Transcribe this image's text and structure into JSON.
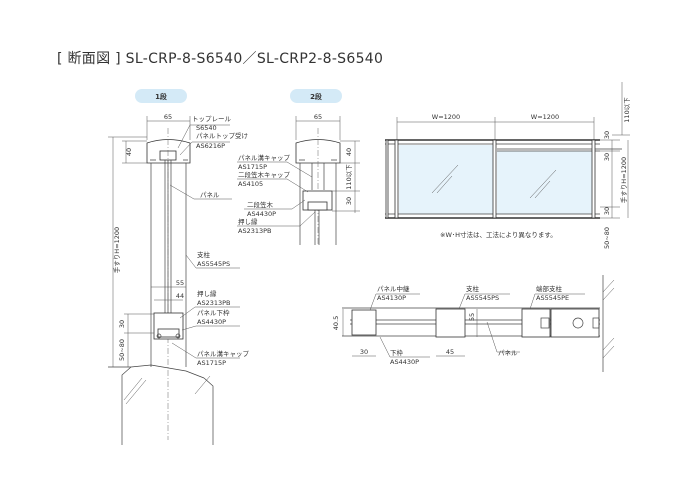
{
  "title": "[ 断面図 ] SL-CRP-8-S6540／SL-CRP2-8-S6540",
  "colors": {
    "pill": "#d4eaf7",
    "glass": "#e6f3fb",
    "line": "#333333"
  },
  "section1": {
    "pill": "1段",
    "width_dim": "65",
    "rail_height_dim": "40",
    "height_dim": "手すりH=1200",
    "post_dim": "55",
    "frame_dim": "44",
    "bottom_dim": "30",
    "gap_dim": "50~80",
    "labels": {
      "top_rail": "トップレール",
      "top_rail_code": "S6540",
      "panel_top": "パネルトップ受け",
      "panel_top_code": "AS6216P",
      "panel": "パネル",
      "post": "支柱",
      "post_code": "AS5545PS",
      "bead": "押し縁",
      "bead_code": "AS2313PB",
      "frame": "パネル下枠",
      "frame_code": "AS4430P",
      "cap": "パネル溝キャップ",
      "cap_code": "AS1715P"
    }
  },
  "section2": {
    "pill": "2段",
    "width_dim": "65",
    "rail_height_dim": "40",
    "gap_dim": "110以下",
    "lower_dim": "30",
    "labels": {
      "cap": "パネル溝キャップ",
      "cap_code": "AS1715P",
      "rail_cap": "二段笠木キャップ",
      "rail_cap_code": "AS4105",
      "rail": "二段笠木",
      "rail_code": "AS4430P",
      "bead": "押し縁",
      "bead_code": "AS2313PB"
    }
  },
  "elevation": {
    "w1": "W=1200",
    "w2": "W=1200",
    "dim_top30": "30",
    "dim_gap": "110以下",
    "dim_30b": "30",
    "dim_h": "手すりH=1200",
    "dim_30c": "30",
    "dim_bottom": "50~80",
    "note": "※W･H寸法は、工法により異なります。"
  },
  "plan": {
    "dim_405": "40.5",
    "dim_30": "30",
    "dim_45": "45",
    "dim_55": "55",
    "labels": {
      "joint": "パネル中継",
      "joint_code": "AS4130P",
      "post": "支柱",
      "post_code": "AS5545PS",
      "end_post": "端部支柱",
      "end_post_code": "AS5545PE",
      "frame": "下枠",
      "frame_code": "AS4430P",
      "panel": "パネル"
    }
  }
}
